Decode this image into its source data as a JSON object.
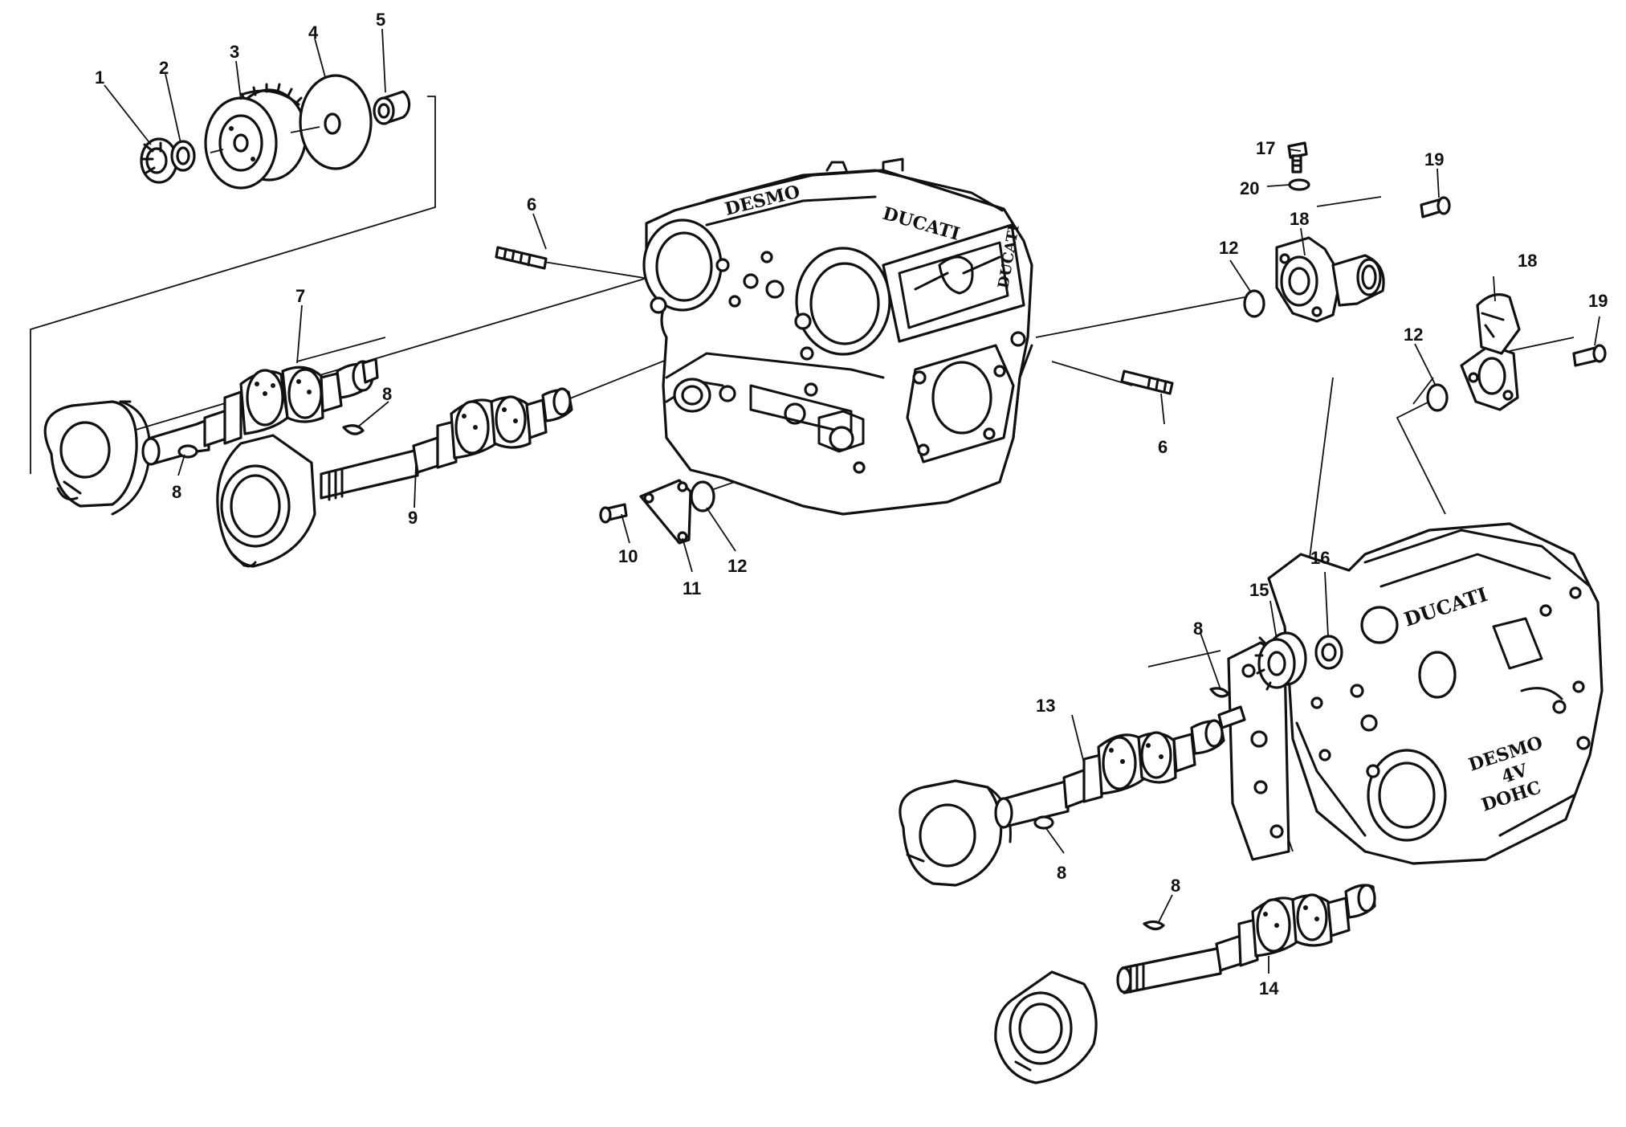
{
  "castings": {
    "head_left_top": "DESMO",
    "head_left_right": "DUCATI",
    "head_left_front": "DUCATI",
    "head_right_top": "DUCATI",
    "head_right_side_1": "DESMO",
    "head_right_side_2": "4V",
    "head_right_side_3": "DOHC"
  },
  "callouts": {
    "c1": "1",
    "c2": "2",
    "c3": "3",
    "c4": "4",
    "c5": "5",
    "c6a": "6",
    "c6b": "6",
    "c7": "7",
    "c8a": "8",
    "c8b": "8",
    "c8c": "8",
    "c8d": "8",
    "c8e": "8",
    "c9": "9",
    "c10": "10",
    "c11": "11",
    "c12a": "12",
    "c12b": "12",
    "c12c": "12",
    "c13": "13",
    "c14": "14",
    "c15": "15",
    "c16": "16",
    "c17": "17",
    "c18a": "18",
    "c18b": "18",
    "c19a": "19",
    "c19b": "19",
    "c20": "20"
  }
}
